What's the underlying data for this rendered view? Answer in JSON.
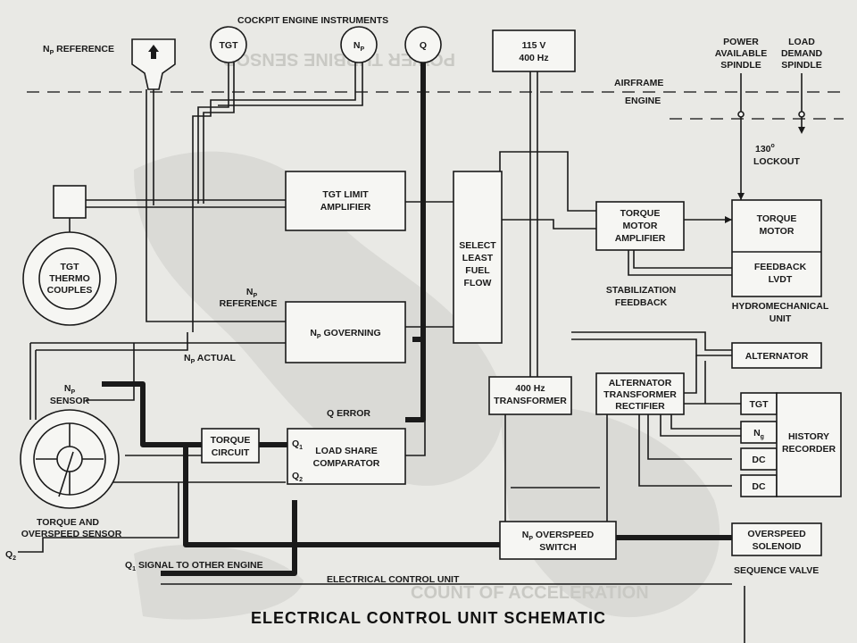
{
  "title": "ELECTRICAL  CONTROL  UNIT  SCHEMATIC",
  "cockpit_instruments_label": "COCKPIT ENGINE INSTRUMENTS",
  "gauges": {
    "tgt": "TGT",
    "np": "N",
    "np_sub": "P",
    "q": "Q"
  },
  "np_reference_top": {
    "main": "N",
    "sub": "P",
    "rest": " REFERENCE"
  },
  "power_supply": {
    "line1": "115 V",
    "line2": "400 Hz"
  },
  "power_available_spindle": [
    "POWER",
    "AVAILABLE",
    "SPINDLE"
  ],
  "load_demand_spindle": [
    "LOAD",
    "DEMAND",
    "SPINDLE"
  ],
  "airframe_label": "AIRFRAME",
  "engine_label": "ENGINE",
  "lockout": {
    "line1": "130",
    "deg": "o",
    "line2": "LOCKOUT"
  },
  "tgt_thermo": [
    "TGT",
    "THERMO",
    "COUPLES"
  ],
  "tgt_limit_amplifier": [
    "TGT LIMIT",
    "AMPLIFIER"
  ],
  "select_least_fuel_flow": [
    "SELECT",
    "LEAST",
    "FUEL",
    "FLOW"
  ],
  "torque_motor_amplifier": [
    "TORQUE",
    "MOTOR",
    "AMPLIFIER"
  ],
  "torque_motor": [
    "TORQUE",
    "MOTOR"
  ],
  "feedback_lvdt": [
    "FEEDBACK",
    "LVDT"
  ],
  "stabilization_feedback": [
    "STABILIZATION",
    "FEEDBACK"
  ],
  "hydromechanical_unit": [
    "HYDROMECHANICAL",
    "UNIT"
  ],
  "np_reference_mid": {
    "main": "N",
    "sub": "P",
    "line2": "REFERENCE"
  },
  "np_governing": {
    "main": "N",
    "sub": "P",
    "rest": " GOVERNING"
  },
  "np_actual": {
    "main": "N",
    "sub": "P",
    "rest": " ACTUAL"
  },
  "np_sensor": {
    "main": "N",
    "sub": "P",
    "line2": "SENSOR"
  },
  "alternator": "ALTERNATOR",
  "transformer_400hz": [
    "400 Hz",
    "TRANSFORMER"
  ],
  "alt_transformer_rectifier": [
    "ALTERNATOR",
    "TRANSFORMER",
    "RECTIFIER"
  ],
  "q_error": "Q ERROR",
  "torque_circuit": [
    "TORQUE",
    "CIRCUIT"
  ],
  "load_share_comparator": [
    "LOAD SHARE",
    "COMPARATOR"
  ],
  "q1": {
    "main": "Q",
    "sub": "1"
  },
  "q2": {
    "main": "Q",
    "sub": "2"
  },
  "history_tgt": "TGT",
  "history_ng": {
    "main": "N",
    "sub": "g"
  },
  "history_dc1": "DC",
  "history_dc2": "DC",
  "history_recorder": [
    "HISTORY",
    "RECORDER"
  ],
  "torque_overspeed_sensor": [
    "TORQUE  AND",
    "OVERSPEED SENSOR"
  ],
  "q2_input": {
    "main": "Q",
    "sub": "2"
  },
  "q1_signal": {
    "main": "Q",
    "sub": "1",
    "rest": " SIGNAL TO OTHER ENGINE"
  },
  "np_overspeed_switch": {
    "main": "N",
    "sub": "P",
    "rest": " OVERSPEED",
    "line2": "SWITCH"
  },
  "overspeed_solenoid": [
    "OVERSPEED",
    "SOLENOID"
  ],
  "sequence_valve": "SEQUENCE VALVE",
  "electrical_control_unit": "ELECTRICAL CONTROL UNIT"
}
